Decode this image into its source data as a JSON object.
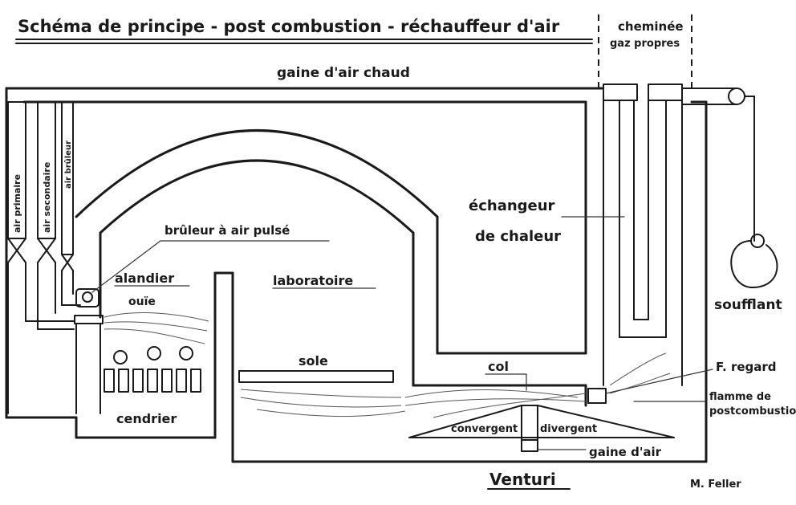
{
  "title": "Schéma de principe - post combustion - réchauffeur d'air",
  "labels": {
    "cheminee_1": "cheminée",
    "cheminee_2": "gaz propres",
    "gaine_air_chaud": "gaine d'air chaud",
    "air_primaire": "air primaire",
    "air_secondaire": "air secondaire",
    "air_bruleur": "air brûleur",
    "bruleur": "brûleur à air pulsé",
    "alandier": "alandier",
    "ouie": "ouïe",
    "laboratoire": "laboratoire",
    "echangeur_1": "échangeur",
    "echangeur_2": "de chaleur",
    "soufflant": "soufflant",
    "sole": "sole",
    "col": "col",
    "f_regard": "F. regard",
    "flamme_1": "flamme de",
    "flamme_2": "postcombustion",
    "cendrier": "cendrier",
    "convergent": "convergent",
    "divergent": "divergent",
    "gaine_air": "gaine d'air",
    "venturi": "Venturi",
    "author": "M. Feller"
  }
}
